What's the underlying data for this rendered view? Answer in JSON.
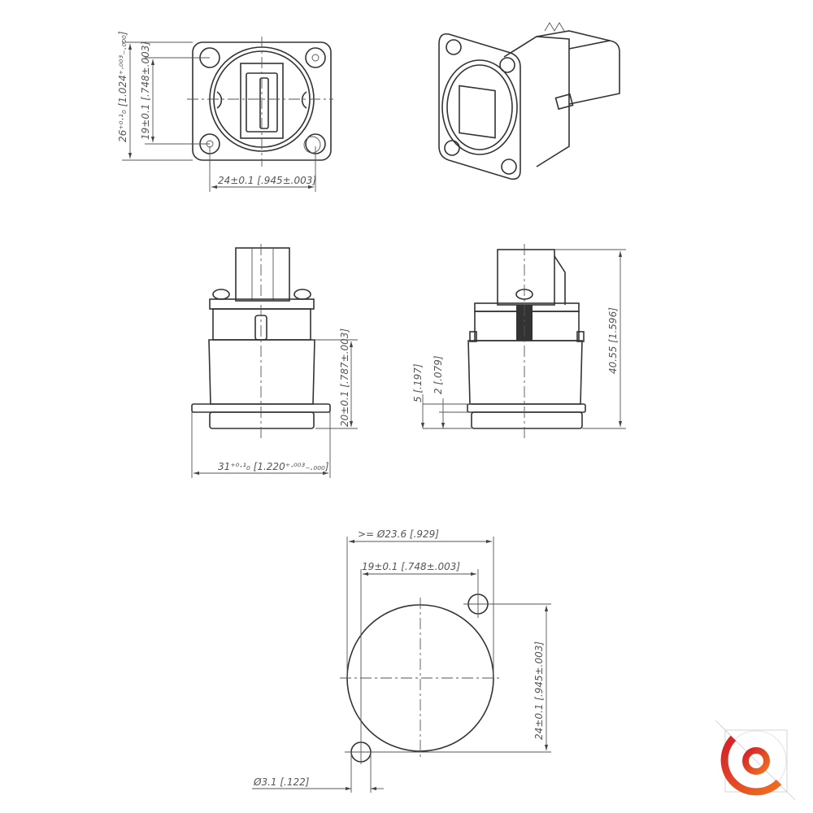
{
  "front_view": {
    "width_dim": "24±0.1  [.945±.003]",
    "height_dim": "26⁺⁰·¹₀  [1.024⁺·⁰⁰³₋.₀₀₀]",
    "hole_spacing_dim": "19±0.1  [.748±.003]"
  },
  "side_view_left": {
    "depth_dim": "20±0.1  [.787±.003]",
    "width_dim": "31⁺⁰·¹₀  [1.220⁺·⁰⁰³₋.₀₀₀]"
  },
  "side_view_right": {
    "flange_dim": "5  [.197]",
    "flange_thickness_dim": "2  [.079]",
    "total_length_dim": "40.55  [1.596]"
  },
  "panel_cutout": {
    "diameter_dim": ">=  Ø23.6  [.929]",
    "hole_spacing_h_dim": "19±0.1  [.748±.003]",
    "hole_spacing_v_dim": "24±0.1  [.945±.003]",
    "hole_diameter_dim": "Ø3.1  [.122]"
  },
  "colors": {
    "logo_start": "#d4202a",
    "logo_end": "#f07020"
  }
}
